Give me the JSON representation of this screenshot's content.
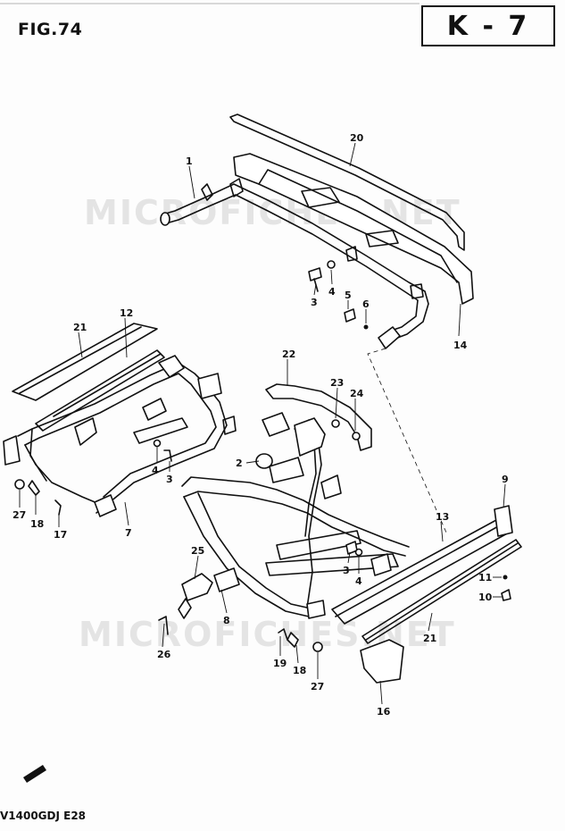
{
  "figure_label": "FIG.74",
  "page_code": "K - 7",
  "footer_model": "V1400GDJ  E28",
  "watermark": "MICROFICHES.NET",
  "callouts": {
    "c1": "1",
    "c20": "20",
    "c14": "14",
    "c3a": "3",
    "c4a": "4",
    "c5": "5",
    "c6": "6",
    "c12": "12",
    "c21a": "21",
    "c22": "22",
    "c23": "23",
    "c24": "24",
    "c2": "2",
    "c4b": "4",
    "c3b": "3",
    "c27a": "27",
    "c18a": "18",
    "c17": "17",
    "c7": "7",
    "c9": "9",
    "c13": "13",
    "c11": "11",
    "c10": "10",
    "c3c": "3",
    "c4c": "4",
    "c25": "25",
    "c8": "8",
    "c26": "26",
    "c19": "19",
    "c18b": "18",
    "c27b": "27",
    "c21b": "21",
    "c16": "16"
  },
  "colors": {
    "ink": "#111111",
    "paper": "#fdfdfd",
    "watermark": "#8c8c8c"
  }
}
